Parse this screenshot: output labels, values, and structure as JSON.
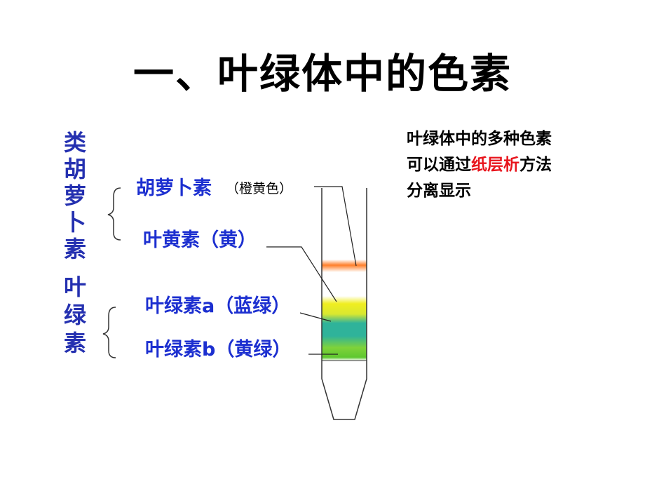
{
  "title": "一、叶绿体中的色素",
  "group_carotenoids": "类胡萝卜素",
  "group_chlorophylls": "叶绿素",
  "pigments": [
    {
      "name": "胡萝卜素",
      "color_note": "（橙黄色）"
    },
    {
      "name": "叶黄素（黄）"
    },
    {
      "name": "叶绿素a（蓝绿）"
    },
    {
      "name": "叶绿素b（黄绿）"
    }
  ],
  "note": {
    "line1": "叶绿体中的多种色素",
    "line2_prefix": "可以通过",
    "line2_highlight": "纸层析",
    "line2_suffix": "方法",
    "line3": "分离显示"
  },
  "colors": {
    "carotene_band": "#ff7f2a",
    "xanthophyll_band": "#f0ee20",
    "chlorophyll_a_band": "#2fb39a",
    "chlorophyll_b_band": "#7fd23a",
    "label_blue": "#1c2fd0",
    "highlight_red": "#e8141c"
  }
}
